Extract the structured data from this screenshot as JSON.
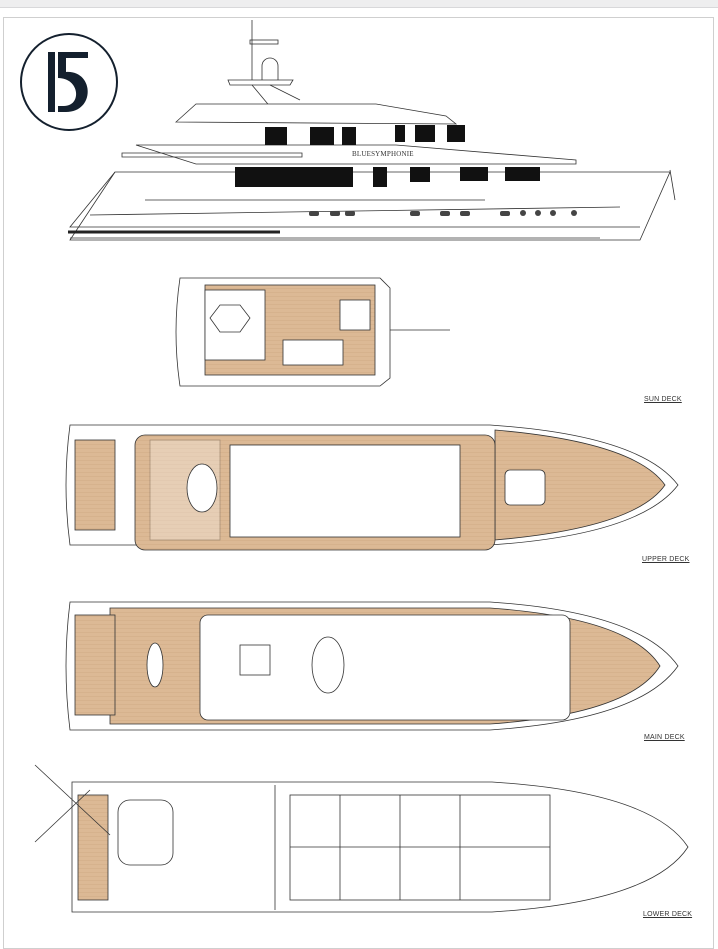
{
  "logo": {
    "text": "BS"
  },
  "profile": {
    "ship_name": "BLUESYMPHONIE"
  },
  "decks": [
    {
      "label": "SUN DECK"
    },
    {
      "label": "UPPER DECK"
    },
    {
      "label": "MAIN DECK"
    },
    {
      "label": "LOWER DECK"
    }
  ],
  "colors": {
    "teak": "#d8b48e",
    "line": "#333333",
    "logo": "#14202e"
  }
}
